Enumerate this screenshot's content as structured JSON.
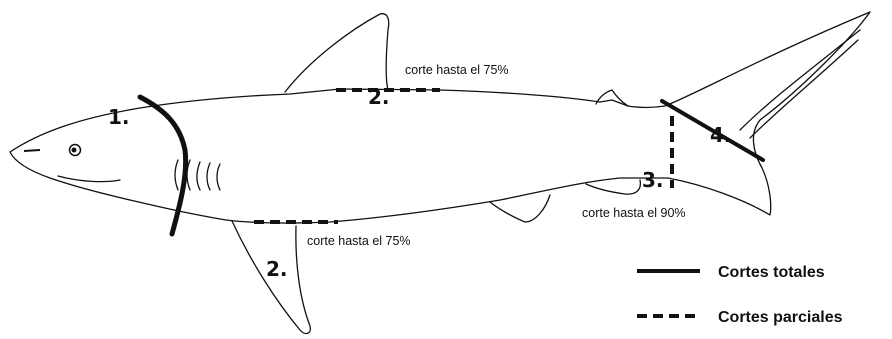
{
  "labels": {
    "cut1": "1.",
    "cut2_dorsal": "2.",
    "cut2_pectoral": "2.",
    "cut3": "3.",
    "cut4": "4."
  },
  "notes": {
    "dorsal": "corte hasta el 75%",
    "pectoral": "corte hasta el 75%",
    "anal": "corte hasta el 90%"
  },
  "legend": {
    "solid": "Cortes totales",
    "dashed": "Cortes parciales"
  }
}
